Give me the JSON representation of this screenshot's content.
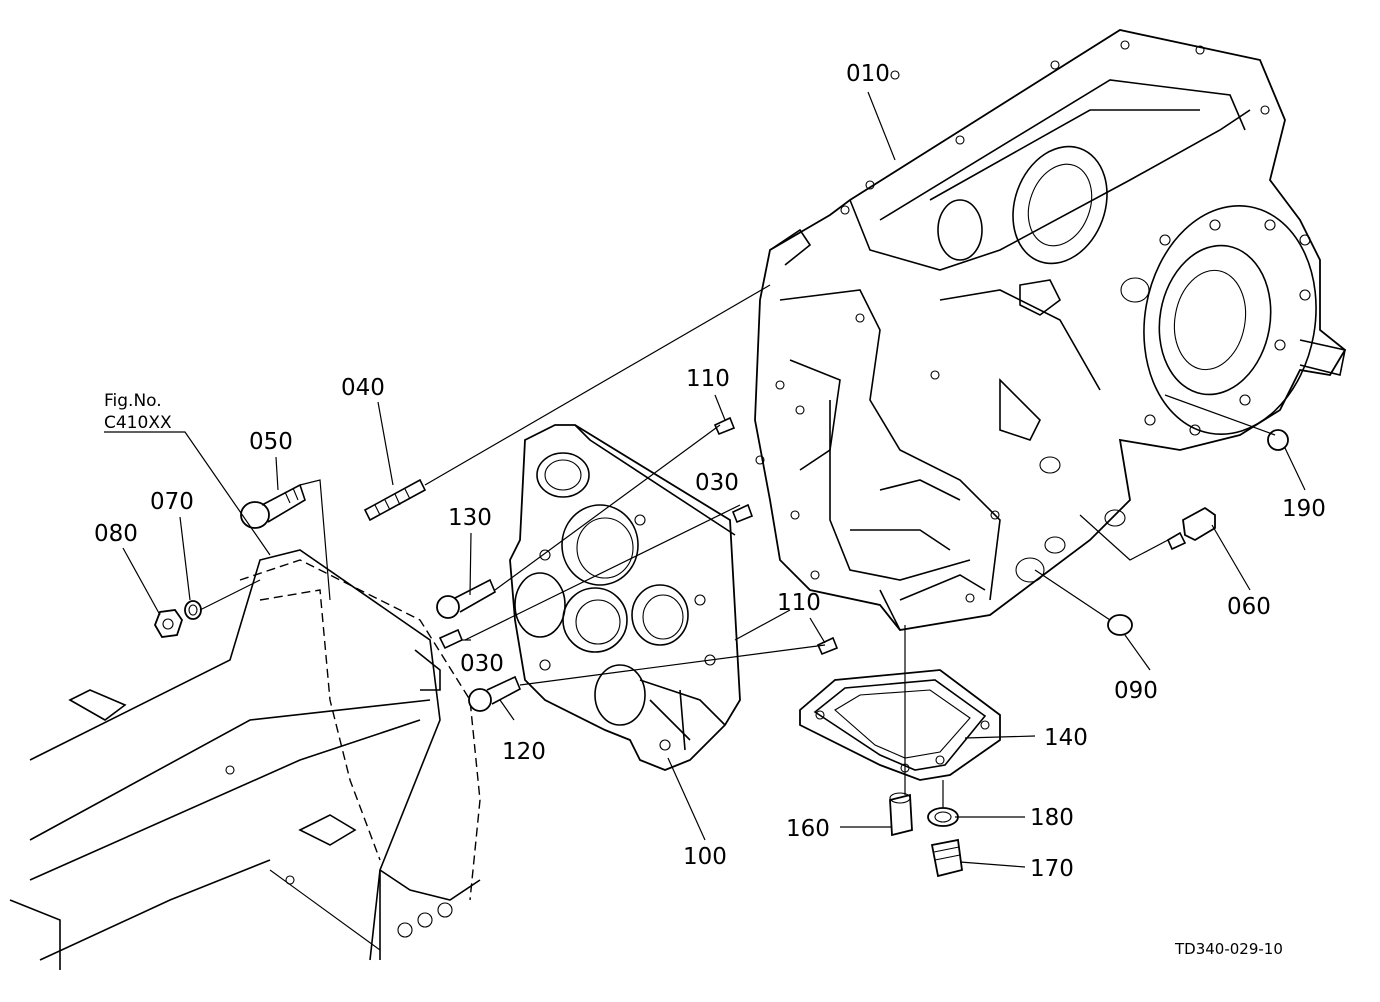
{
  "figure_ref": {
    "line1": "Fig.No.",
    "line2": "C410XX"
  },
  "drawing_code": "TD340-029-10",
  "parts": [
    {
      "id": "010",
      "label": "010"
    },
    {
      "id": "030a",
      "label": "030"
    },
    {
      "id": "030b",
      "label": "030"
    },
    {
      "id": "040",
      "label": "040"
    },
    {
      "id": "050",
      "label": "050"
    },
    {
      "id": "060",
      "label": "060"
    },
    {
      "id": "070",
      "label": "070"
    },
    {
      "id": "080",
      "label": "080"
    },
    {
      "id": "090",
      "label": "090"
    },
    {
      "id": "100",
      "label": "100"
    },
    {
      "id": "110a",
      "label": "110"
    },
    {
      "id": "110b",
      "label": "110"
    },
    {
      "id": "120",
      "label": "120"
    },
    {
      "id": "130",
      "label": "130"
    },
    {
      "id": "140",
      "label": "140"
    },
    {
      "id": "160",
      "label": "160"
    },
    {
      "id": "170",
      "label": "170"
    },
    {
      "id": "180",
      "label": "180"
    },
    {
      "id": "190",
      "label": "190"
    }
  ]
}
